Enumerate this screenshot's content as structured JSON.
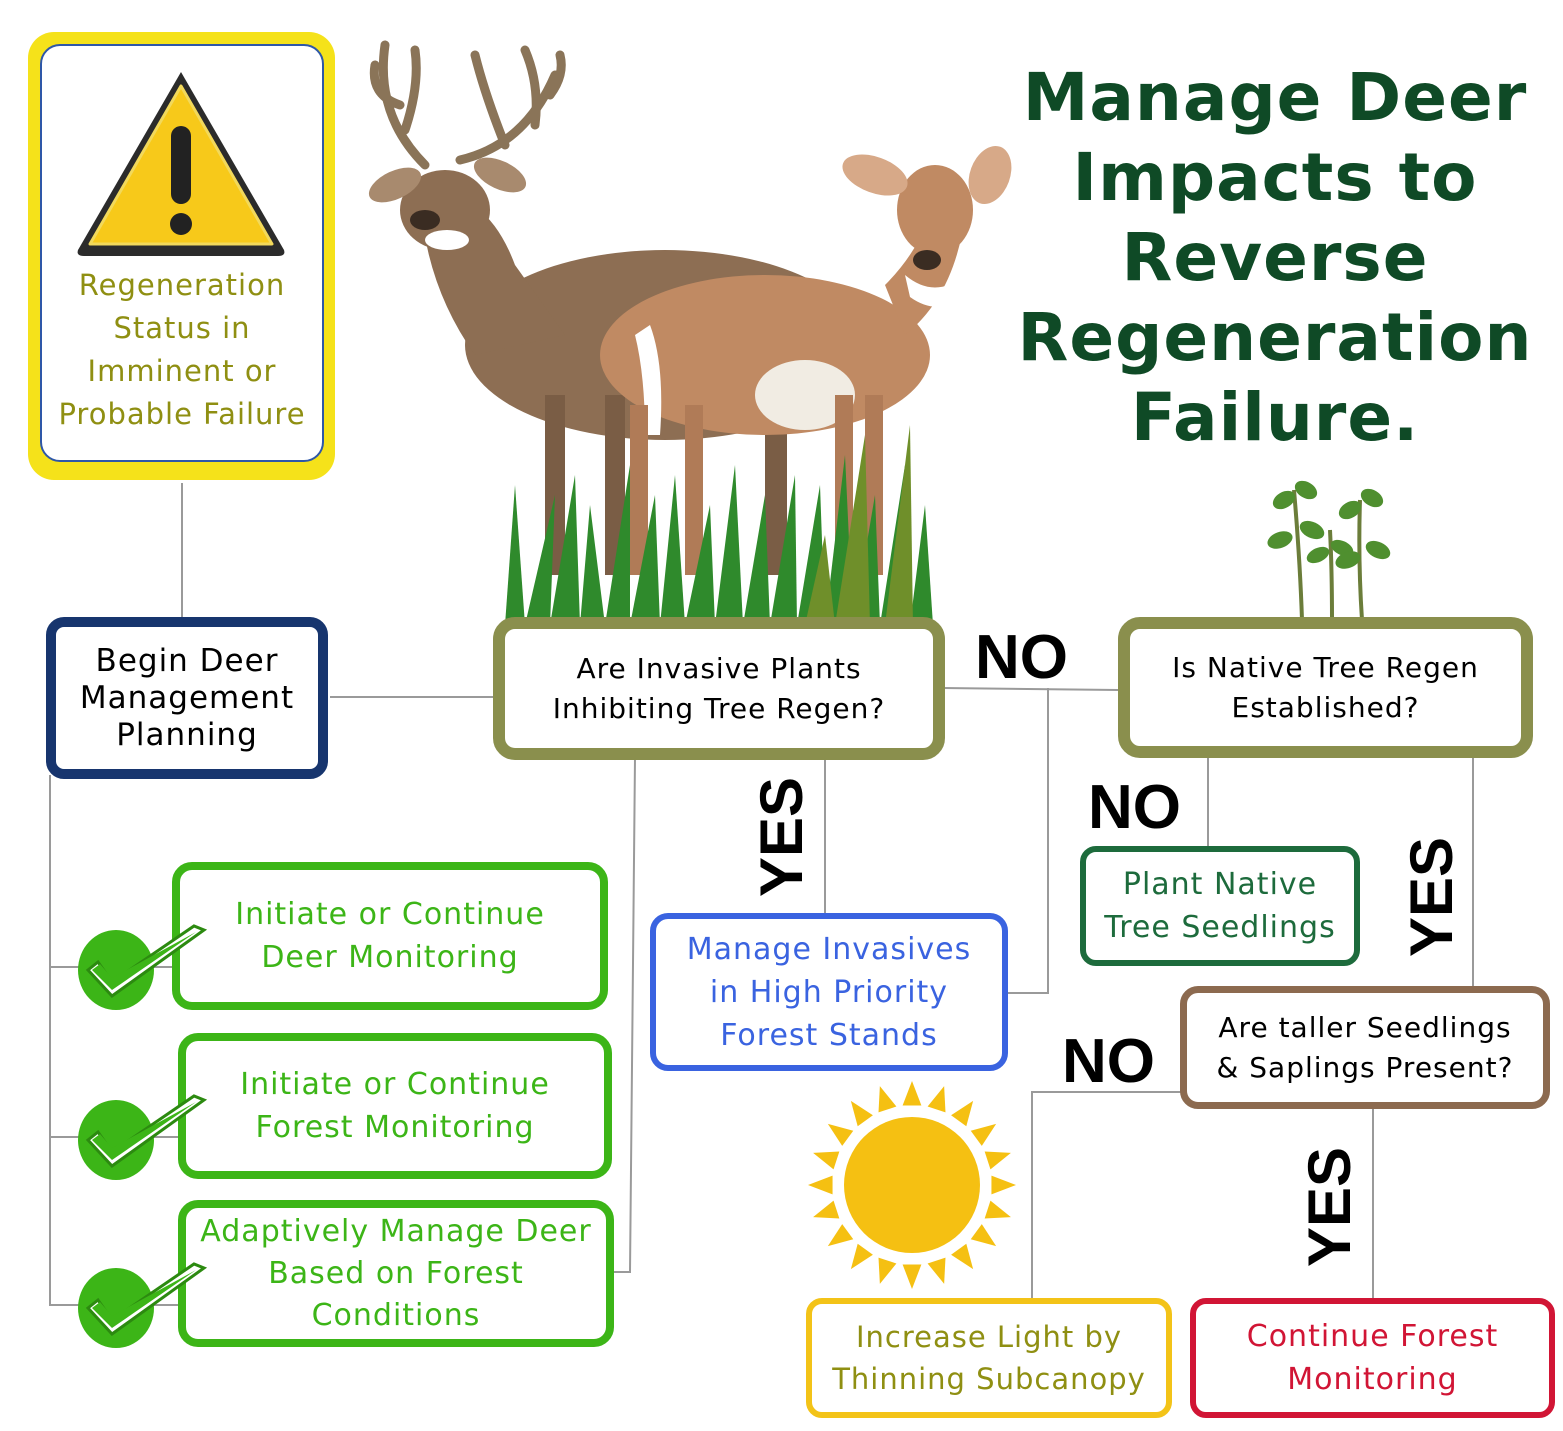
{
  "title": "Manage Deer\nImpacts to\nReverse\nRegeneration\nFailure.",
  "nodes": {
    "regen_status": "Regeneration\nStatus in\nImminent or\nProbable Failure",
    "begin_planning": "Begin Deer\nManagement\nPlanning",
    "invasive_question": "Are Invasive Plants\nInhibiting Tree Regen?",
    "native_question": "Is Native Tree Regen\nEstablished?",
    "plant_seedlings": "Plant Native\nTree Seedlings",
    "manage_invasives": "Manage Invasives\nin High Priority\nForest Stands",
    "taller_question": "Are taller Seedlings\n& Saplings Present?",
    "increase_light": "Increase Light by\nThinning Subcanopy",
    "continue_forest_monitoring": "Continue Forest\nMonitoring",
    "deer_monitoring": "Initiate or Continue\nDeer Monitoring",
    "forest_monitoring": "Initiate or Continue\nForest Monitoring",
    "adaptive_manage": "Adaptively Manage Deer\nBased on Forest\nConditions"
  },
  "edge_labels": {
    "no_invasive": "NO",
    "yes_invasive": "YES",
    "no_native": "NO",
    "yes_native": "YES",
    "no_taller": "NO",
    "yes_taller": "YES"
  },
  "icons": [
    "warning-icon",
    "deer-illustration",
    "seedling-icon",
    "sun-icon",
    "checkmark-icon"
  ],
  "colors": {
    "title": "#0f4a26",
    "warning": "#f5e21a",
    "olive": "#8a8f4d",
    "navy": "#17356e",
    "green": "#3cb517",
    "dark_green": "#1d6b3c",
    "blue": "#3a63e0",
    "brown": "#8c6a4f",
    "gold": "#f3c318",
    "red": "#d11535"
  }
}
